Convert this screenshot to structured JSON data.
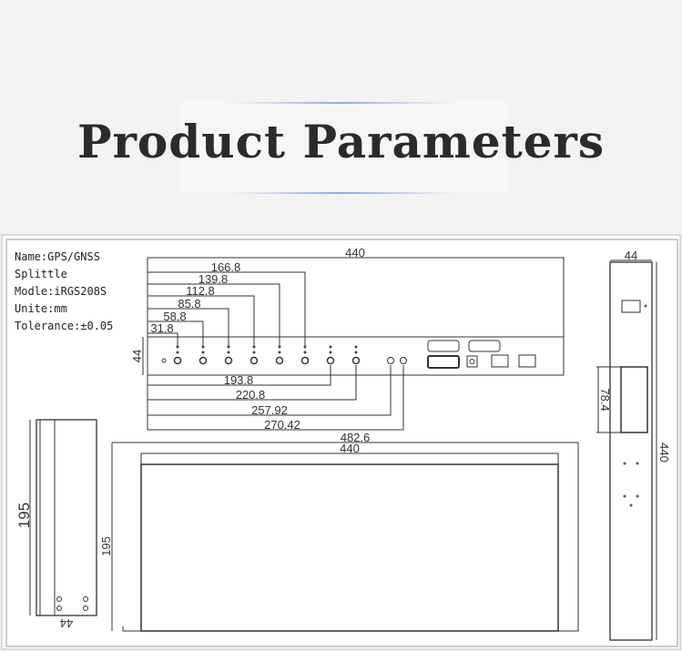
{
  "header": {
    "title": "Product Parameters"
  },
  "specs": {
    "name": "Name:GPS/GNSS",
    "name2": "Splittle",
    "model": "Modle:iRGS208S",
    "unit": "Unite:mm",
    "tolerance": "Tolerance:±0.05"
  },
  "front_view": {
    "width": "440",
    "height": "44",
    "top_dims": [
      "166.8",
      "139.8",
      "112.8",
      "85.8",
      "58.8",
      "31.8"
    ],
    "bottom_dims": [
      "193.8",
      "220.8",
      "257.92",
      "270.42"
    ]
  },
  "top_view": {
    "overall_width": "482.6",
    "width": "440",
    "depth": "195"
  },
  "side_view_right": {
    "width": "44",
    "length": "440",
    "window": "78.4"
  },
  "side_view_left": {
    "depth": "195",
    "width": "44"
  }
}
